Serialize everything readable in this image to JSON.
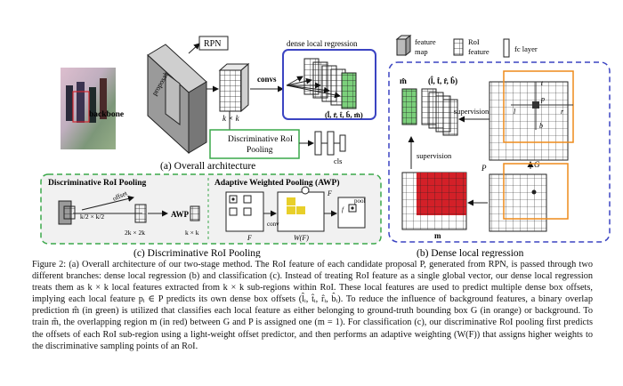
{
  "figure": {
    "panel_a": {
      "rpn": "RPN",
      "proposal": "proposal",
      "backbone": "backbone",
      "convs": "convs",
      "k_by_k": "k × k",
      "dense_local_regression": "dense local regression",
      "outputs": "(l̂, r̂, t̂, b̂, m̂)",
      "disc_roi_pooling_line1": "Discriminative RoI",
      "disc_roi_pooling_line2": "Pooling",
      "cls": "cls",
      "caption": "(a) Overall architecture"
    },
    "legend": {
      "feature_map_1": "feature",
      "feature_map_2": "map",
      "roi_feature_1": "RoI",
      "roi_feature_2": "feature",
      "fc_layer": "fc layer"
    },
    "panel_b": {
      "m_hat": "m̂",
      "outputs": "(l̂, t̂, r̂, b̂)",
      "supervision_top": "supervision",
      "supervision_bottom": "supervision",
      "G": "G",
      "P": "P",
      "m": "m",
      "t_i": "t",
      "l_i": "l",
      "p_i": "p",
      "r_i": "r",
      "b_i": "b",
      "caption": "(b) Dense local regression"
    },
    "panel_c": {
      "drp_title": "Discriminative RoI Pooling",
      "awp_title": "Adaptive Weighted Pooling (AWP)",
      "k2": "k/2 × k/2",
      "offset": "offset",
      "awp": "AWP",
      "two_k": "2k × 2k",
      "k_by_k": "k × k",
      "conv": "conv",
      "F_left": "F",
      "F_right": "F",
      "WF": "W(F)",
      "f1": "f",
      "pool": "pool",
      "caption": "(c) Discriminative RoI Pooling"
    }
  },
  "caption": {
    "text": "Figure 2: (a) Overall architecture of our two-stage method. The RoI feature of each candidate proposal P, generated from RPN, is passed through two different branches: dense local regression (b) and classification (c). Instead of treating RoI feature as a single global vector, our dense local regression treats them as k × k local features extracted from k × k sub-regions within RoI. These local features are used to predict multiple dense box offsets, implying each local feature pᵢ ∈ P predicts its own dense box offsets (l̂ᵢ, t̂ᵢ, r̂ᵢ, b̂ᵢ). To reduce the influence of background features, a binary overlap prediction m̂ (in green) is utilized that classifies each local feature as either belonging to ground-truth bounding box G (in orange) or background. To train m̂, the overlapping region m (in red) between G and P is assigned one (m = 1). For classification (c), our discriminative RoI pooling first predicts the offsets of each RoI sub-region using a light-weight offset predictor, and then performs an adaptive weighting (W(F)) that assigns higher weights to the discriminative sampling points of an RoI."
  }
}
